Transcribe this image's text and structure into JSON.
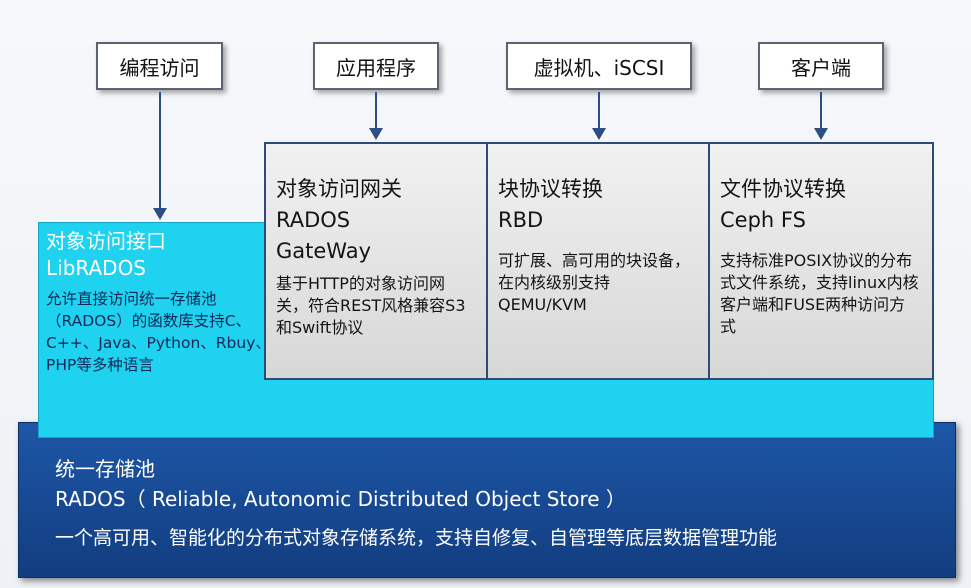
{
  "access_layer": {
    "programming": "编程访问",
    "application": "应用程序",
    "vm_iscsi": "虚拟机、iSCSI",
    "client": "客户端"
  },
  "librados": {
    "title": "对象访问接口",
    "name": "LibRADOS",
    "desc": "允许直接访问统一存储池（RADOS）的函数库支持C、C++、Java、Python、Rbuy、PHP等多种语言"
  },
  "radosgw": {
    "title": "对象访问网关",
    "name_line1": "RADOS",
    "name_line2": "GateWay",
    "desc": "基于HTTP的对象访问网关，符合REST风格兼容S3和Swift协议"
  },
  "rbd": {
    "title": "块协议转换",
    "name": "RBD",
    "desc": "可扩展、高可用的块设备，在内核级别支持QEMU/KVM"
  },
  "cephfs": {
    "title": "文件协议转换",
    "name": "Ceph FS",
    "desc": "支持标准POSIX协议的分布式文件系统，支持linux内核客户端和FUSE两种访问方式"
  },
  "rados": {
    "title": "统一存储池",
    "subtitle": "RADOS（ Reliable, Autonomic Distributed Object Store ）",
    "desc": "一个高可用、智能化的分布式对象存储系统，支持自修复、自管理等底层数据管理功能"
  }
}
